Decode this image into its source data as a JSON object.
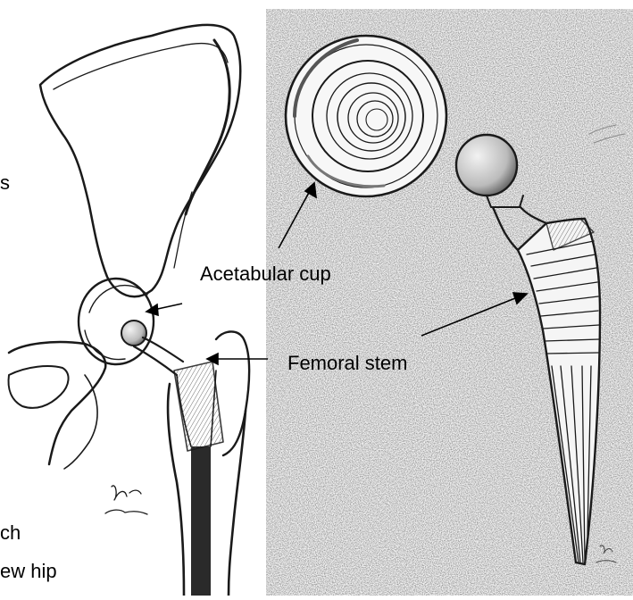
{
  "labels": {
    "acetabular_cup": "Acetabular cup",
    "femoral_stem": "Femoral stem",
    "partial_text_1": "s",
    "partial_text_2": "ch",
    "partial_text_3": "ew hip"
  },
  "colors": {
    "ink": "#1a1a1a",
    "paper_left": "#ffffff",
    "paper_right": "#f2f2f2"
  }
}
